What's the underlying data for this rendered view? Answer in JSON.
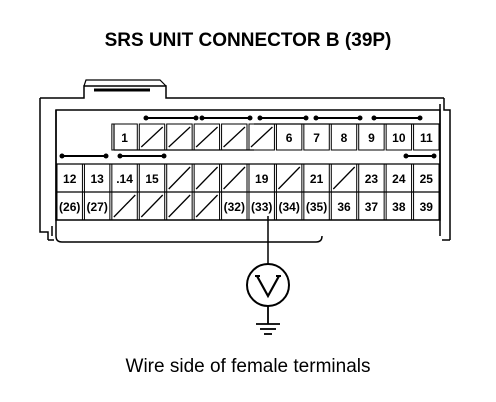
{
  "title": "SRS UNIT CONNECTOR B (39P)",
  "caption": "Wire side of female terminals",
  "terminals": {
    "row1": [
      {
        "col": 0,
        "label": ""
      },
      {
        "col": 1,
        "label": "1"
      },
      {
        "col": 2,
        "label": "",
        "slash": true
      },
      {
        "col": 3,
        "label": "",
        "slash": true
      },
      {
        "col": 4,
        "label": "",
        "slash": true
      },
      {
        "col": 5,
        "label": "",
        "slash": true
      },
      {
        "col": 6,
        "label": "",
        "slash": true
      },
      {
        "col": 7,
        "label": "6"
      },
      {
        "col": 8,
        "label": "7"
      },
      {
        "col": 9,
        "label": "8"
      },
      {
        "col": 10,
        "label": "9"
      },
      {
        "col": 11,
        "label": "10"
      },
      {
        "col": 12,
        "label": "11"
      }
    ],
    "row2": [
      {
        "col": 0,
        "label": "12"
      },
      {
        "col": 1,
        "label": "13"
      },
      {
        "col": 2,
        "label": ".14"
      },
      {
        "col": 3,
        "label": "15"
      },
      {
        "col": 4,
        "label": "",
        "slash": true
      },
      {
        "col": 5,
        "label": "",
        "slash": true
      },
      {
        "col": 6,
        "label": "",
        "slash": true
      },
      {
        "col": 7,
        "label": "19"
      },
      {
        "col": 8,
        "label": "",
        "slash": true
      },
      {
        "col": 9,
        "label": "21"
      },
      {
        "col": 10,
        "label": "",
        "slash": true
      },
      {
        "col": 11,
        "label": "23"
      },
      {
        "col": 12,
        "label": "24"
      },
      {
        "col": 13,
        "label": "25"
      }
    ],
    "row3": [
      {
        "col": 0,
        "label": "(26)"
      },
      {
        "col": 1,
        "label": "(27)"
      },
      {
        "col": 2,
        "label": "",
        "slash": true
      },
      {
        "col": 3,
        "label": "",
        "slash": true
      },
      {
        "col": 4,
        "label": "",
        "slash": true
      },
      {
        "col": 5,
        "label": "",
        "slash": true
      },
      {
        "col": 6,
        "label": "(32)"
      },
      {
        "col": 7,
        "label": "(33)"
      },
      {
        "col": 8,
        "label": "(34)"
      },
      {
        "col": 9,
        "label": "(35)"
      },
      {
        "col": 10,
        "label": "36"
      },
      {
        "col": 11,
        "label": "37"
      },
      {
        "col": 12,
        "label": "38"
      },
      {
        "col": 13,
        "label": "39"
      }
    ]
  },
  "meter_symbol": "V"
}
